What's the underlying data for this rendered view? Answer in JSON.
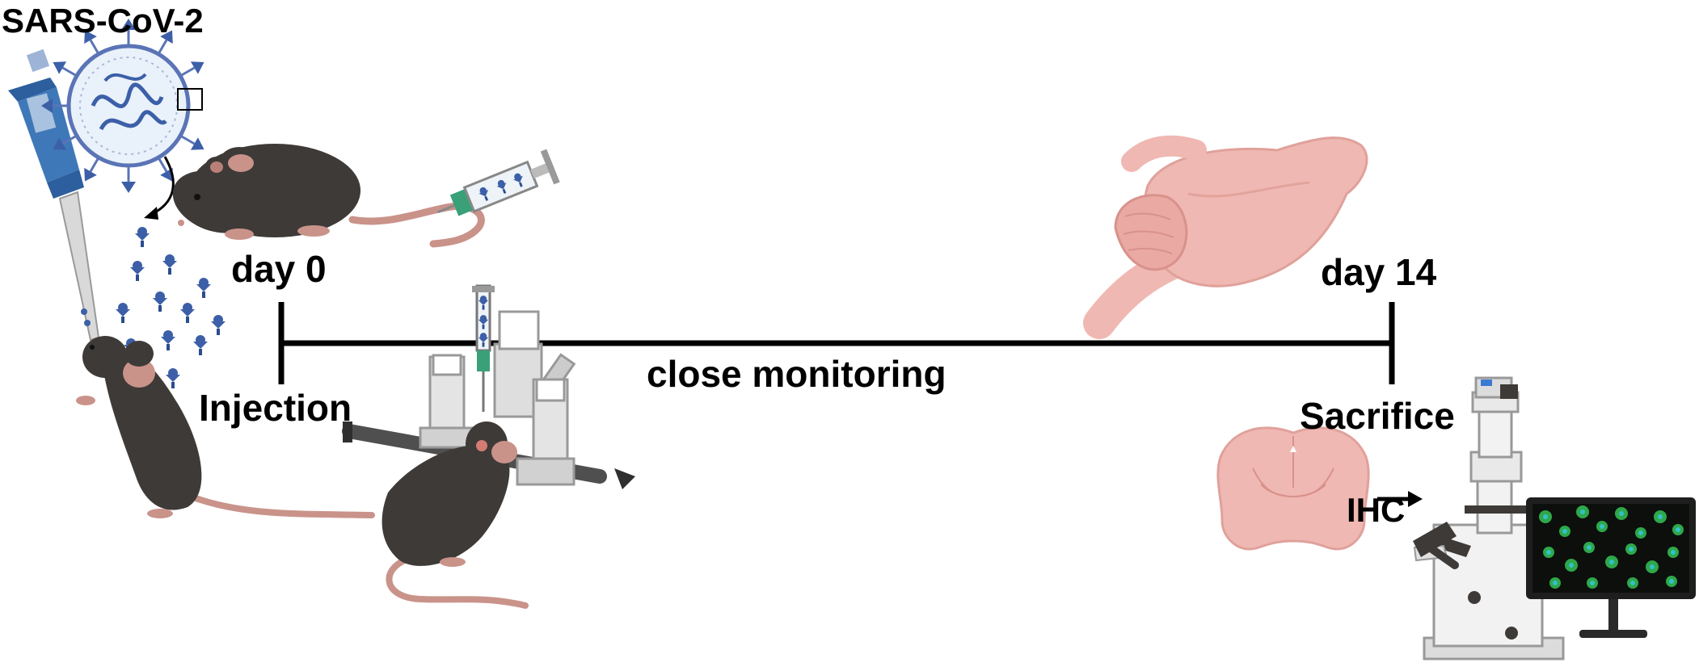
{
  "labels": {
    "virus": "SARS-CoV-2",
    "day_start": "day 0",
    "injection": "Injection",
    "monitoring": "close monitoring",
    "day_end": "day 14",
    "sacrifice": "Sacrifice",
    "ihc": "IHC"
  },
  "icons": [
    "pipette-icon",
    "virus-particle-icon",
    "mouse-icon",
    "syringe-icon",
    "stereotaxic-frame-icon",
    "brain-icon",
    "brain-section-icon",
    "microscope-icon",
    "monitor-icon",
    "arrow-icon"
  ],
  "colors": {
    "mouse": "#3e3a37",
    "tail": "#c9938a",
    "virus": "#3c5fa8",
    "brain": "#f0b8b2",
    "pipette": "#3f78b8",
    "timeline": "#000000",
    "monitor_screen": "#0c0f0c",
    "cells": "#2ea84a"
  }
}
